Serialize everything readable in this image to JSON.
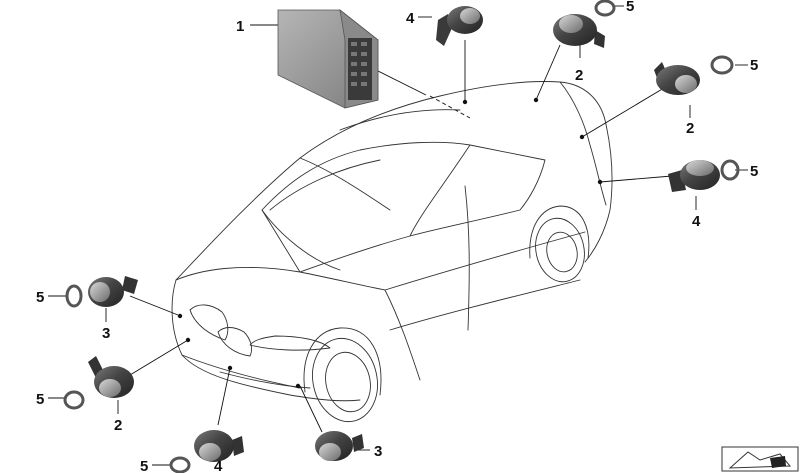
{
  "diagram": {
    "parts": {
      "control_unit": "1",
      "sensor_rear_upper_left": "4",
      "sensor_rear_top": "2",
      "ring_rear_top": "5",
      "sensor_rear_right": "2",
      "ring_rear_right": "5",
      "sensor_rear_side": "4",
      "ring_rear_side": "5",
      "ring_front_left_upper": "5",
      "sensor_front_left_upper": "3",
      "ring_front_left_lower": "5",
      "sensor_front_left_lower": "2",
      "ring_front_center": "5",
      "sensor_front_center": "4",
      "sensor_front_right": "3"
    },
    "colors": {
      "sensor_body": "#3a3a3a",
      "sensor_highlight": "#8a8a8a",
      "control_unit": "#9a9a9a",
      "ring": "#555555",
      "outline": "#333333"
    }
  }
}
